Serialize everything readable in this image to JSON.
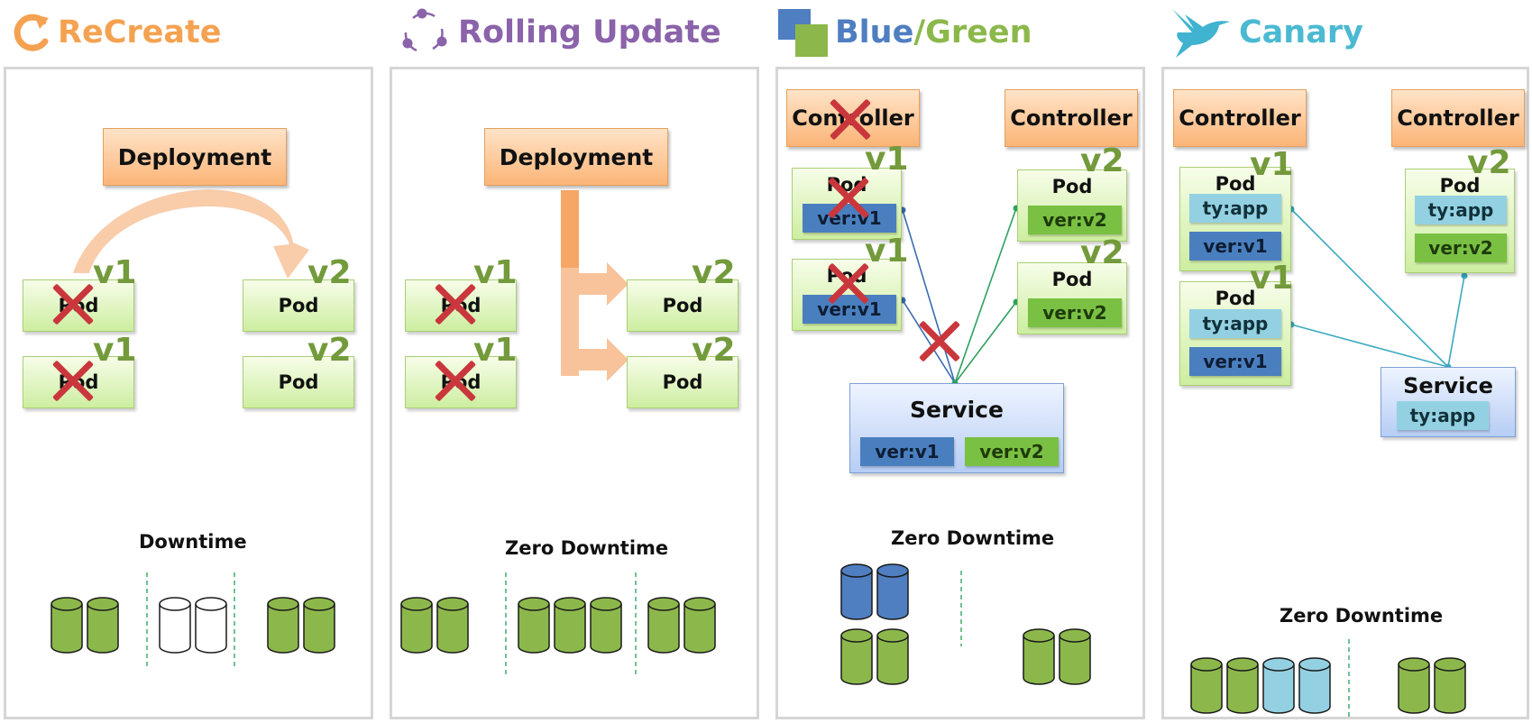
{
  "strategies": {
    "recreate": {
      "title": "ReCreate",
      "deployment": "Deployment",
      "pod": "Pod",
      "v1": "v1",
      "v2": "v2",
      "caption": "Downtime"
    },
    "rolling": {
      "title": "Rolling Update",
      "deployment": "Deployment",
      "pod": "Pod",
      "v1": "v1",
      "v2": "v2",
      "caption": "Zero Downtime"
    },
    "bluegreen": {
      "title_blue": "Blue",
      "title_slash": "/",
      "title_green": "Green",
      "controller": "Controller",
      "pod": "Pod",
      "v1": "v1",
      "v2": "v2",
      "label_v1": "ver:v1",
      "label_v2": "ver:v2",
      "service": "Service",
      "caption": "Zero Downtime"
    },
    "canary": {
      "title": "Canary",
      "controller": "Controller",
      "pod": "Pod",
      "v1": "v1",
      "v2": "v2",
      "label_app": "ty:app",
      "label_v1": "ver:v1",
      "label_v2": "ver:v2",
      "service": "Service",
      "caption": "Zero Downtime"
    }
  },
  "colors": {
    "recreate_title": "#f4a251",
    "rolling_title": "#8a63aa",
    "blue": "#4f7ec1",
    "green": "#8cb84b",
    "canary_title": "#4cb9d2",
    "version_label": "#739a3b",
    "cross": "#c9373c"
  },
  "icons": {
    "recreate": "circular-arrow-icon",
    "rolling": "rotating-dots-icon",
    "bluegreen": "blue-green-squares-icon",
    "canary": "canary-bird-icon",
    "database": "cylinder-icon"
  }
}
